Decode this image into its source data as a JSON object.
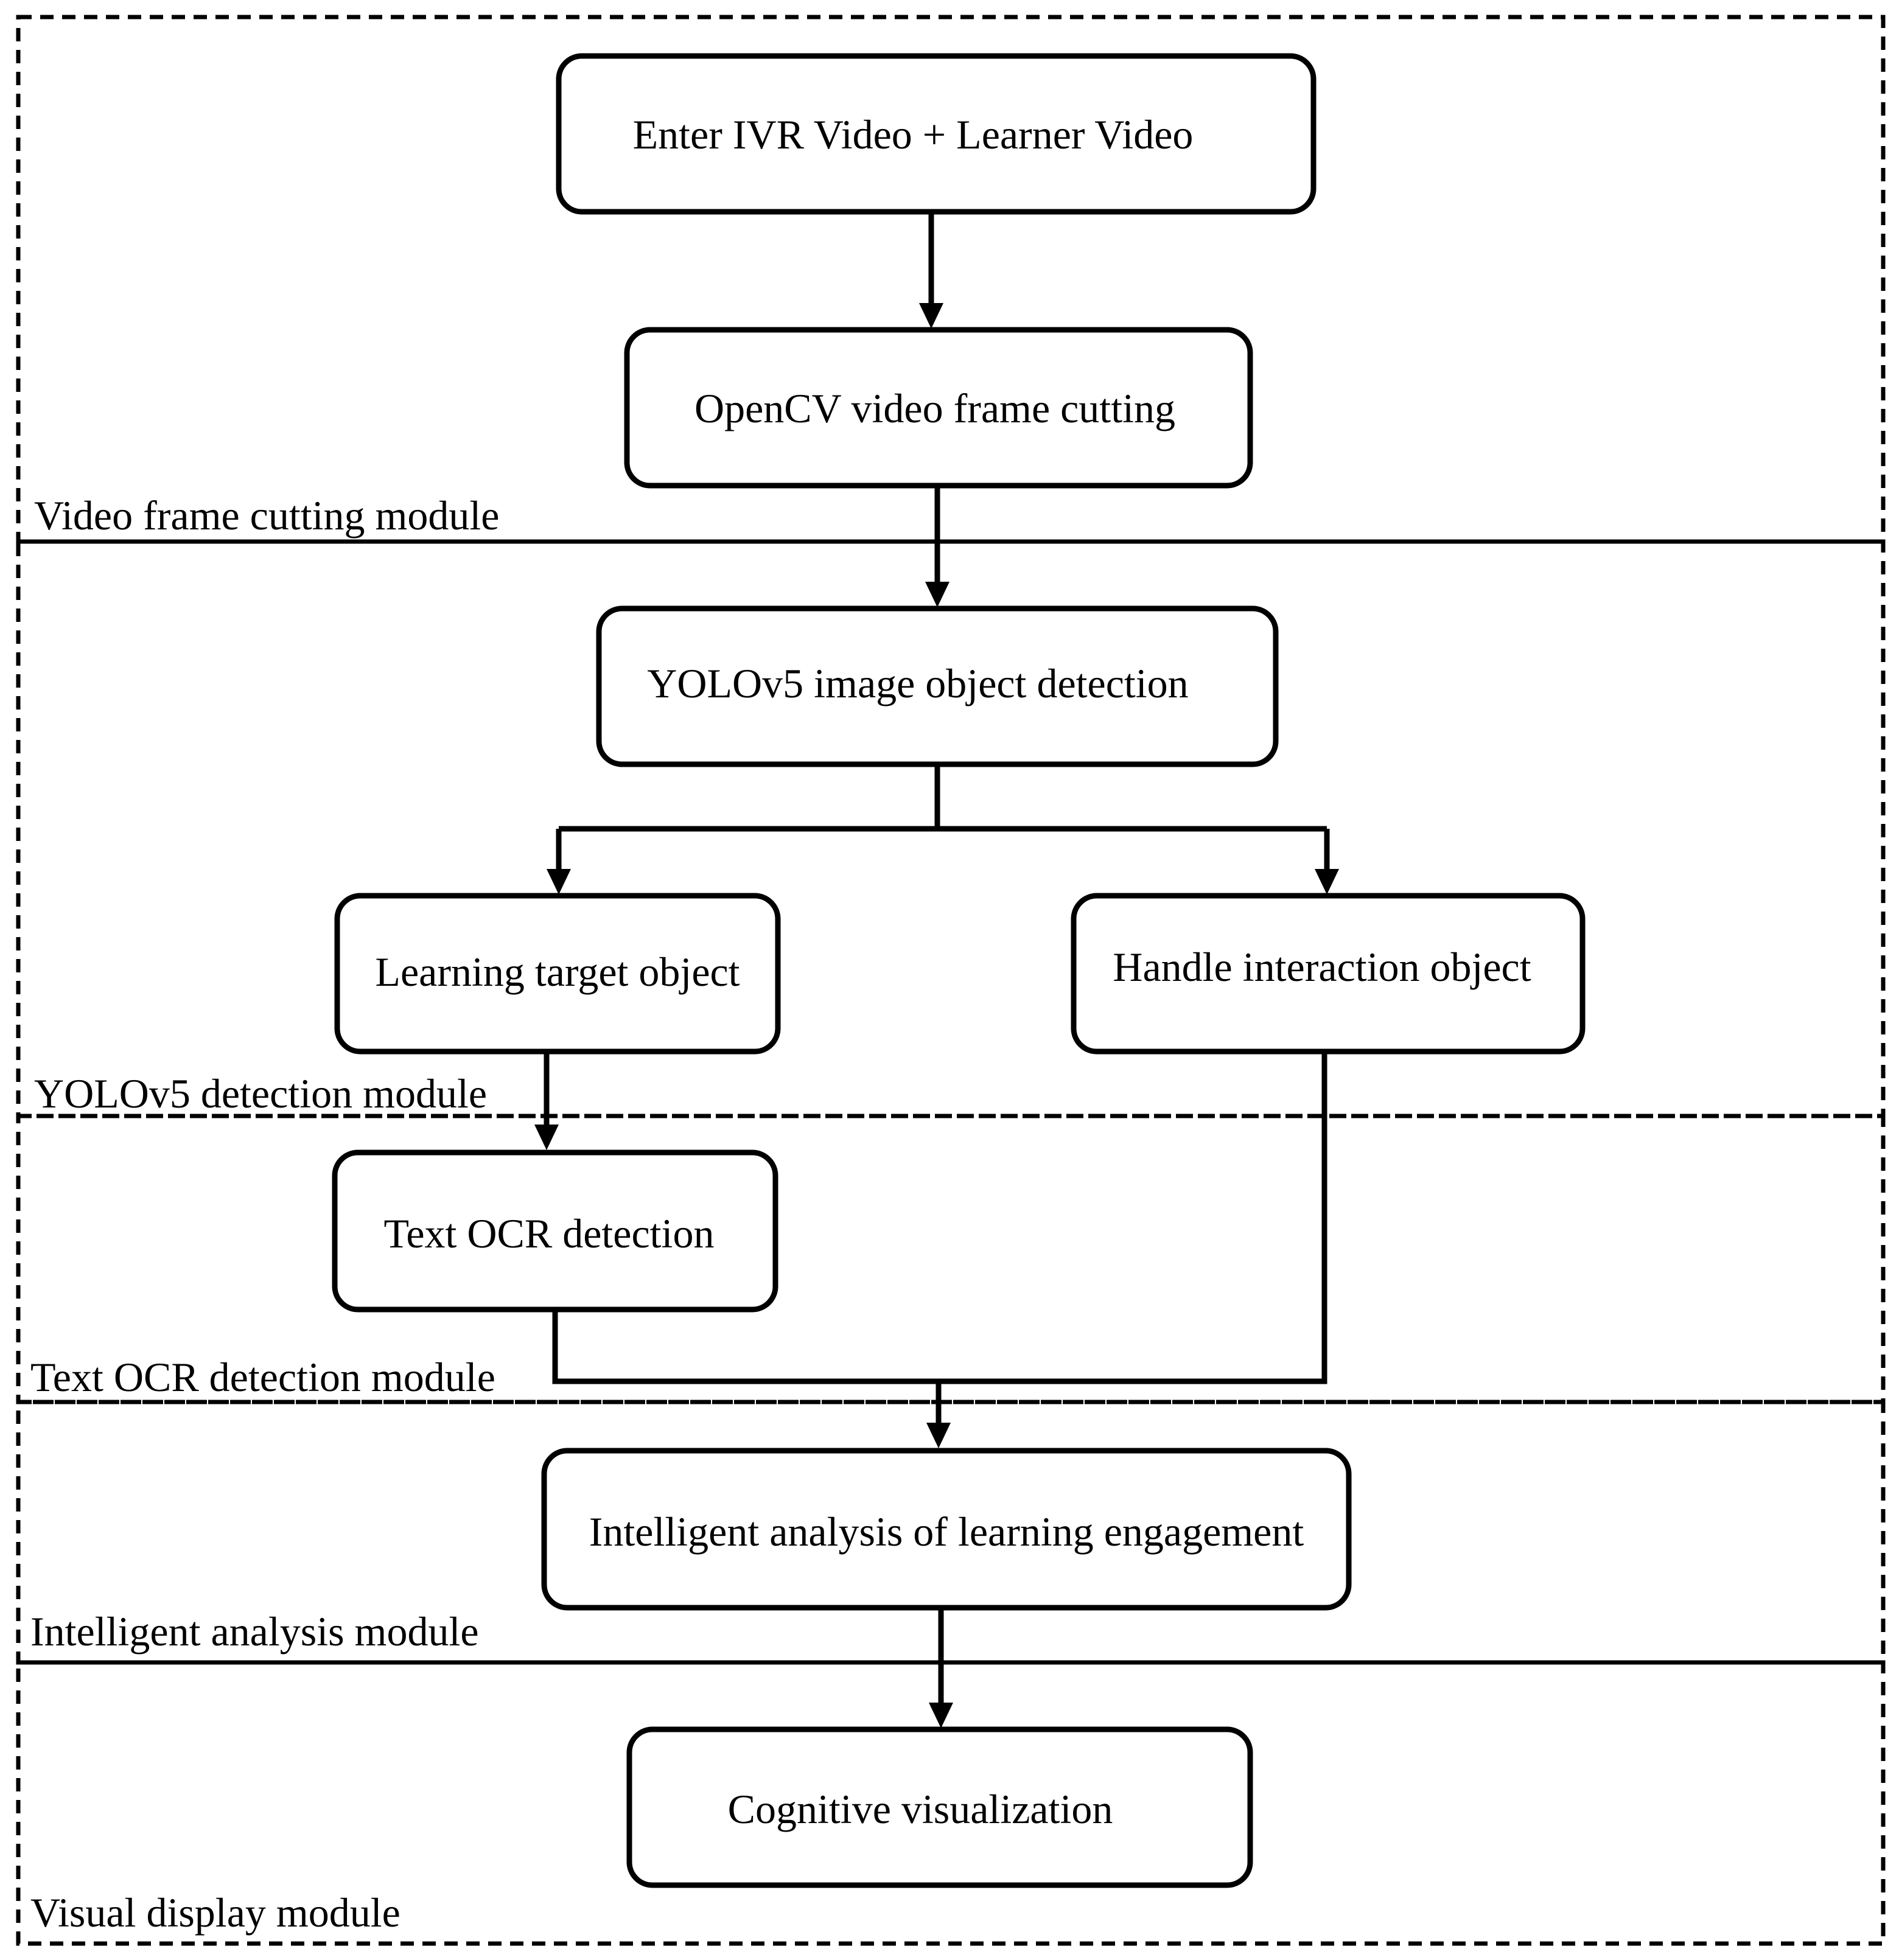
{
  "modules": [
    {
      "id": "video",
      "label": "Video frame cutting module"
    },
    {
      "id": "yolo",
      "label": "YOLOv5 detection module"
    },
    {
      "id": "ocr",
      "label": "Text OCR detection module"
    },
    {
      "id": "analysis",
      "label": "Intelligent analysis module"
    },
    {
      "id": "display",
      "label": "Visual display module"
    }
  ],
  "nodes": [
    {
      "id": "input",
      "label": "Enter IVR Video + Learner Video",
      "module": "video"
    },
    {
      "id": "opencv",
      "label": "OpenCV video frame cutting",
      "module": "video"
    },
    {
      "id": "yolov5",
      "label": "YOLOv5 image object detection",
      "module": "yolo"
    },
    {
      "id": "learning",
      "label": "Learning target object",
      "module": "yolo"
    },
    {
      "id": "handle",
      "label": "Handle interaction  object",
      "module": "yolo"
    },
    {
      "id": "ocr_det",
      "label": "Text OCR detection",
      "module": "ocr"
    },
    {
      "id": "engagement",
      "label": "Intelligent analysis of learning engagement",
      "module": "analysis"
    },
    {
      "id": "cognitive",
      "label": "Cognitive visualization",
      "module": "display"
    }
  ],
  "edges": [
    {
      "from": "input",
      "to": "opencv"
    },
    {
      "from": "opencv",
      "to": "yolov5"
    },
    {
      "from": "yolov5",
      "to": "learning"
    },
    {
      "from": "yolov5",
      "to": "handle"
    },
    {
      "from": "learning",
      "to": "ocr_det"
    },
    {
      "from": "ocr_det",
      "to": "engagement"
    },
    {
      "from": "handle",
      "to": "engagement"
    },
    {
      "from": "engagement",
      "to": "cognitive"
    }
  ]
}
